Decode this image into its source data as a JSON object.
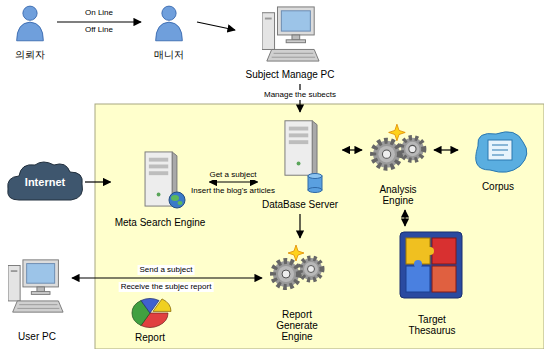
{
  "diagram": {
    "nodes": [
      {
        "text": [
          "의뢰자"
        ]
      },
      {
        "text": [
          "매니저"
        ]
      },
      {
        "text": [
          "Subject Manage PC"
        ]
      },
      {
        "text": [
          "Internet"
        ]
      },
      {
        "text": [
          "Meta Search Engine"
        ]
      },
      {
        "text": [
          "DataBase Server"
        ]
      },
      {
        "text": [
          "Analysis Engine"
        ]
      },
      {
        "text": [
          "Corpus"
        ]
      },
      {
        "text": [
          "User PC"
        ]
      },
      {
        "text": [
          "Report"
        ]
      },
      {
        "text": [
          "Report Generate Engine"
        ]
      },
      {
        "text": [
          "Target Thesaurus"
        ]
      }
    ],
    "edges": [
      {
        "from": 0,
        "to": 1,
        "arrow": "to",
        "label": "On Line"
      },
      {
        "from": 1,
        "to": 2,
        "arrow": "to"
      },
      {
        "from": 2,
        "to": 5,
        "arrow": "to",
        "label": "Manage the subects"
      },
      {
        "from": 3,
        "to": 4,
        "arrow": "to"
      },
      {
        "from": 4,
        "to": 5,
        "arrow": "both",
        "label": "Get a subject"
      },
      {
        "from": 5,
        "to": 6,
        "arrow": "both"
      },
      {
        "from": 6,
        "to": 7,
        "arrow": "both"
      },
      {
        "from": 6,
        "to": 11,
        "arrow": "both"
      },
      {
        "from": 5,
        "to": 10,
        "arrow": "to"
      },
      {
        "from": 8,
        "to": 10,
        "arrow": "both",
        "label": "Send a subject"
      }
    ],
    "labels": [
      "Off Line",
      "Insert the blog's articles",
      "Receive the subjec report"
    ]
  }
}
